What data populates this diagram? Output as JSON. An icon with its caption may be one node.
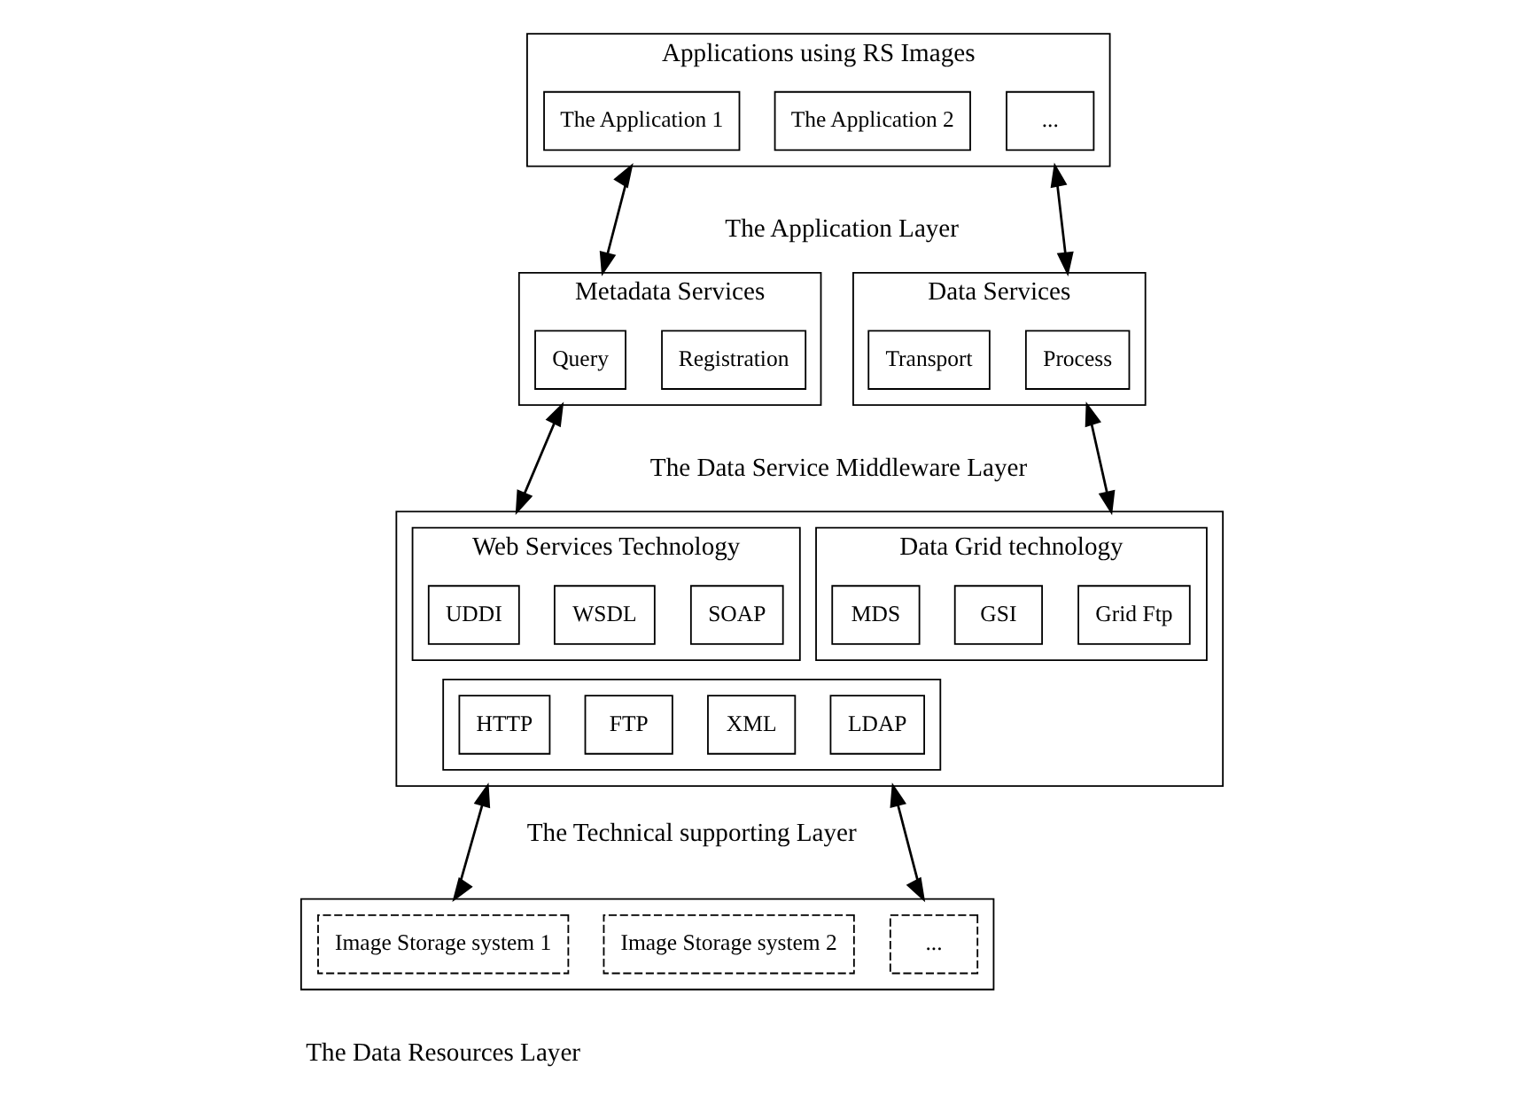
{
  "diagram": {
    "nodes": [
      {
        "text": [
          "Applications using RS Images"
        ]
      },
      {
        "text": [
          "The Application 1"
        ],
        "in": 0
      },
      {
        "text": [
          "The Application 2"
        ],
        "in": 0
      },
      {
        "text": [
          "..."
        ],
        "in": 0
      },
      {
        "text": [
          "Metadata Services"
        ]
      },
      {
        "text": [
          "Query"
        ],
        "in": 4
      },
      {
        "text": [
          "Registration"
        ],
        "in": 4
      },
      {
        "text": [
          "Data Services"
        ]
      },
      {
        "text": [
          "Transport"
        ],
        "in": 7
      },
      {
        "text": [
          "Process"
        ],
        "in": 7
      },
      {
        "text": [],
        "shape": "box"
      },
      {
        "text": [
          "Web Services Technology"
        ],
        "in": 10
      },
      {
        "text": [
          "UDDI"
        ],
        "in": 11
      },
      {
        "text": [
          "WSDL"
        ],
        "in": 11
      },
      {
        "text": [
          "SOAP"
        ],
        "in": 11
      },
      {
        "text": [
          "Data Grid technology"
        ],
        "in": 10
      },
      {
        "text": [
          "MDS"
        ],
        "in": 15
      },
      {
        "text": [
          "GSI"
        ],
        "in": 15
      },
      {
        "text": [
          "Grid Ftp"
        ],
        "in": 15
      },
      {
        "text": [],
        "shape": "box",
        "in": 10
      },
      {
        "text": [
          "HTTP"
        ],
        "in": 19
      },
      {
        "text": [
          "FTP"
        ],
        "in": 19
      },
      {
        "text": [
          "XML"
        ],
        "in": 19
      },
      {
        "text": [
          "LDAP"
        ],
        "in": 19
      },
      {
        "text": [],
        "shape": "box"
      },
      {
        "text": [
          "Image Storage system 1"
        ],
        "in": 24
      },
      {
        "text": [
          "Image Storage system 2"
        ],
        "in": 24
      },
      {
        "text": [
          "..."
        ],
        "in": 24
      }
    ],
    "edges": [
      {
        "from": 0,
        "to": 4,
        "arrow": "both"
      },
      {
        "from": 0,
        "to": 7,
        "arrow": "both"
      },
      {
        "from": 4,
        "to": 10,
        "arrow": "both"
      },
      {
        "from": 7,
        "to": 10,
        "arrow": "both"
      },
      {
        "from": 10,
        "to": 24,
        "arrow": "both"
      },
      {
        "from": 10,
        "to": 24,
        "arrow": "both"
      }
    ],
    "labels": [
      "The Application Layer",
      "The Data Service Middleware Layer",
      "The Technical supporting Layer",
      "The Data Resources Layer"
    ]
  }
}
